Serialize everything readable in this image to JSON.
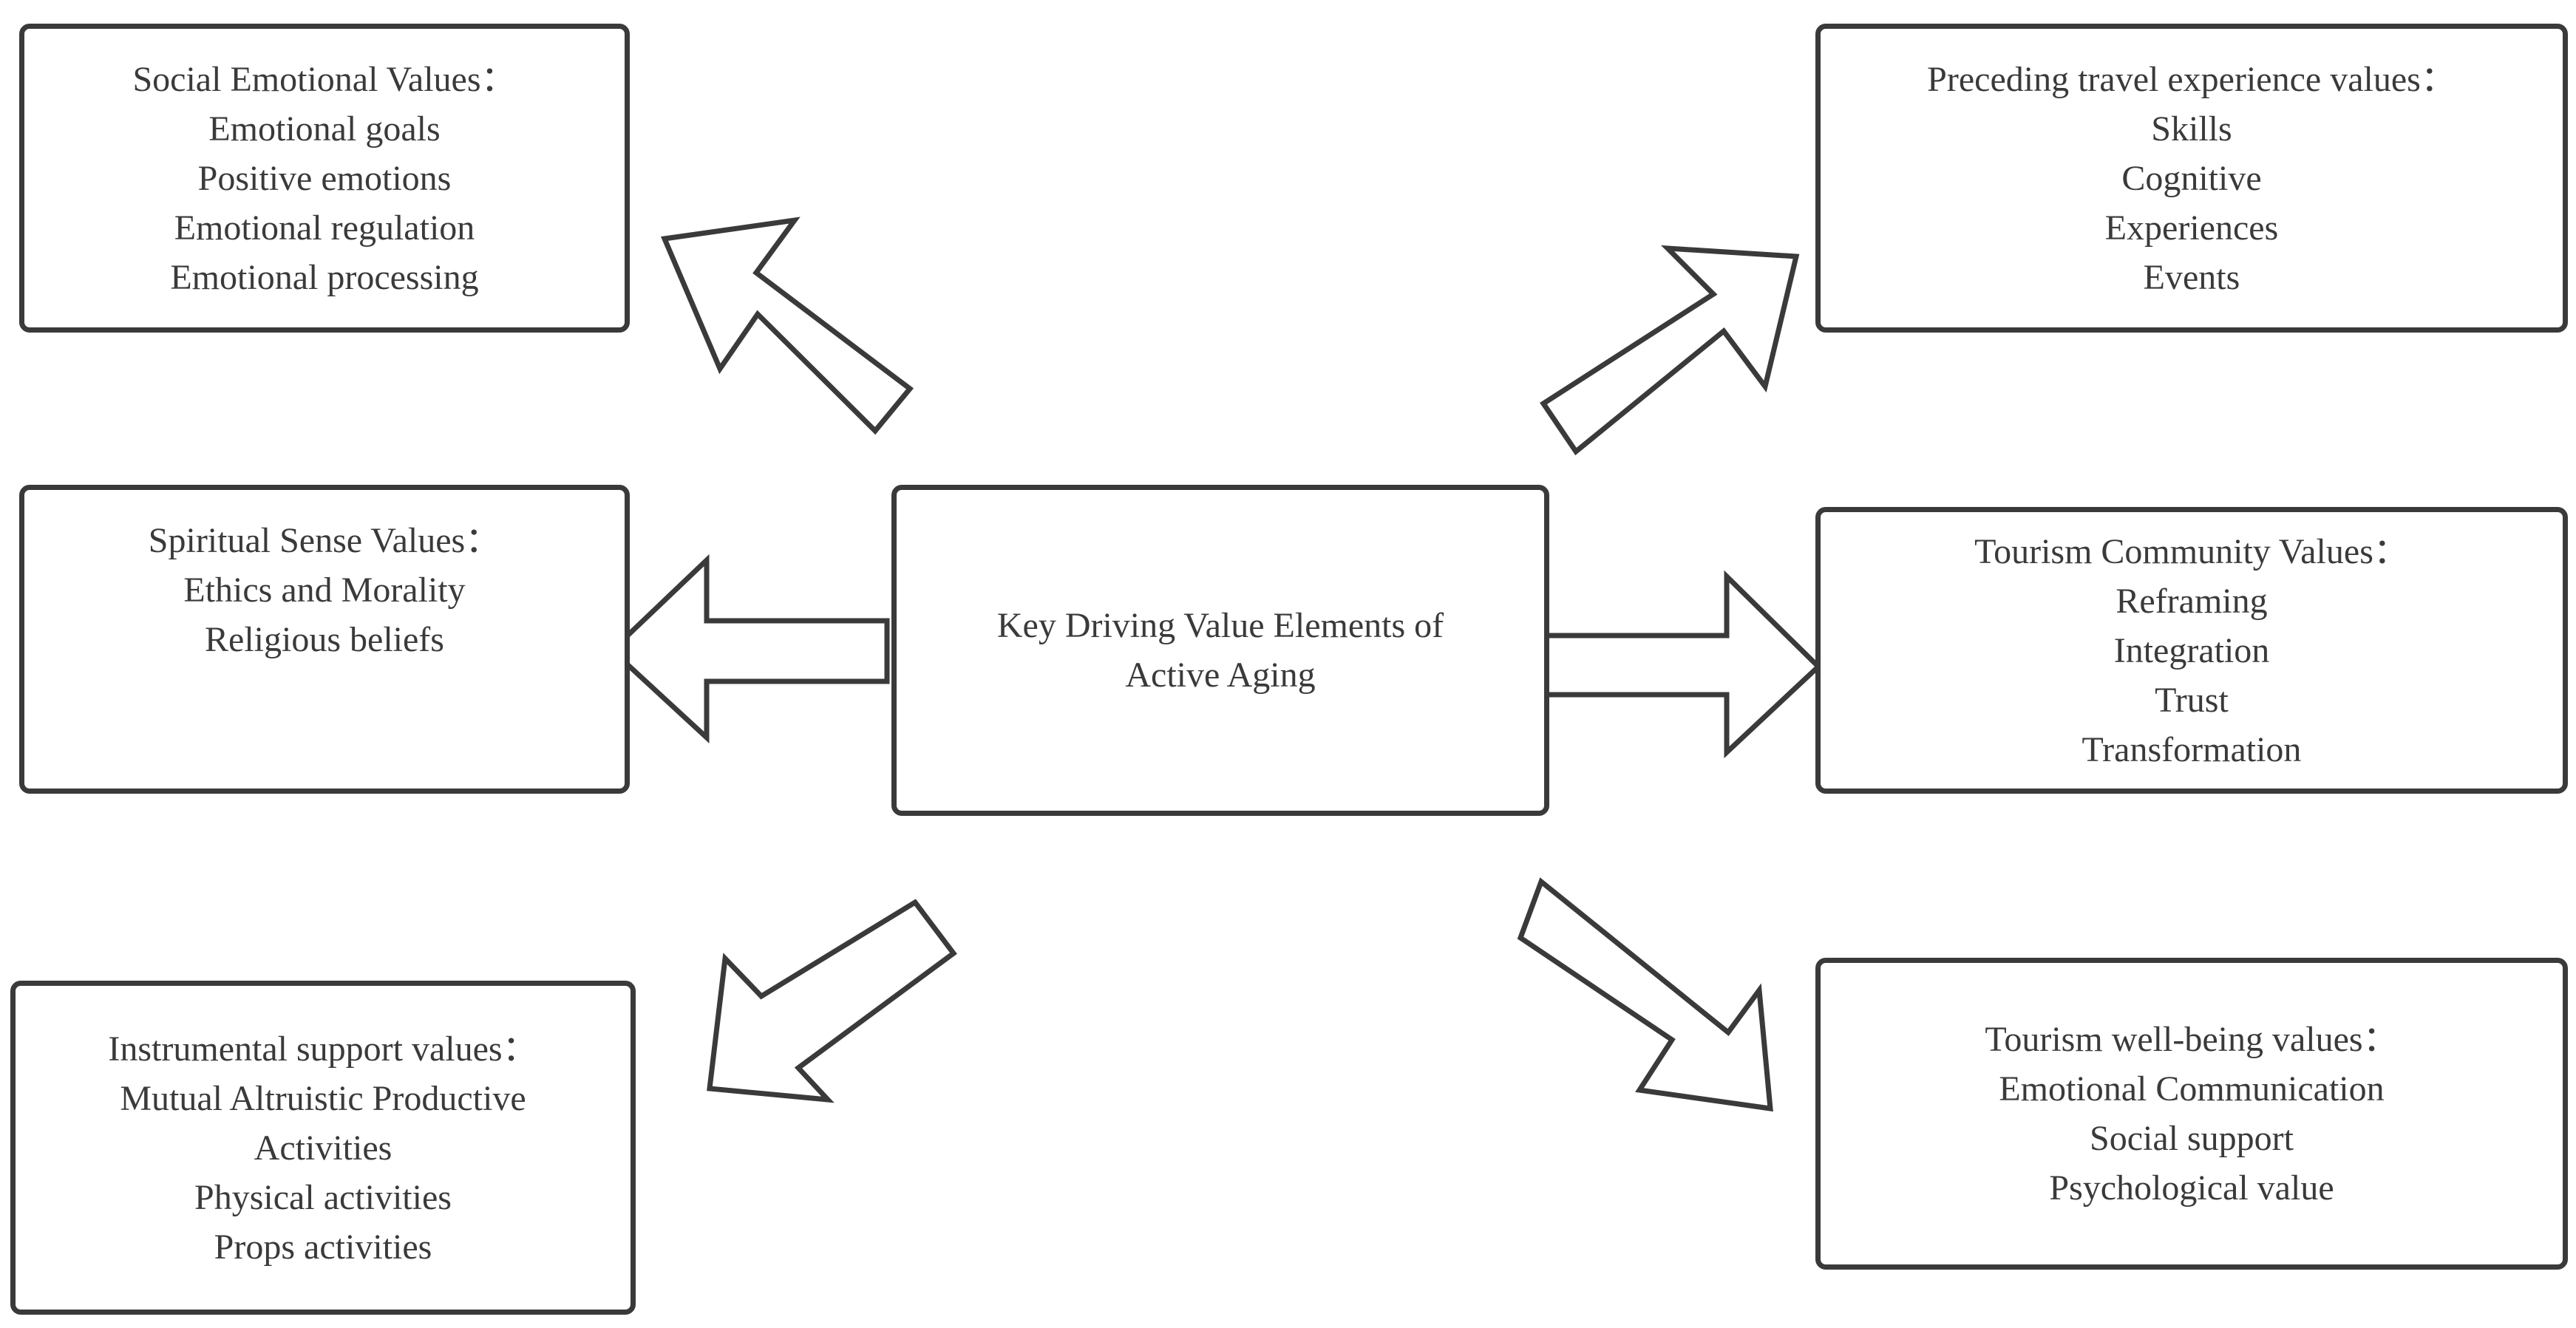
{
  "center": {
    "lines": [
      "Key Driving Value Elements of",
      "Active Aging"
    ]
  },
  "social_emotional": {
    "title": "Social Emotional Values：",
    "items": [
      "Emotional goals",
      "Positive emotions",
      "Emotional regulation",
      "Emotional processing"
    ]
  },
  "preceding_travel": {
    "title": "Preceding travel experience values：",
    "items": [
      "Skills",
      "Cognitive",
      "Experiences",
      "Events"
    ]
  },
  "spiritual_sense": {
    "title": "Spiritual Sense Values：",
    "items": [
      "Ethics and Morality",
      "Religious beliefs"
    ]
  },
  "tourism_community": {
    "title": "Tourism Community Values：",
    "items": [
      "Reframing",
      "Integration",
      "Trust",
      "Transformation"
    ]
  },
  "instrumental_support": {
    "title": "Instrumental support values：",
    "items": [
      "Mutual Altruistic Productive",
      "Activities",
      "Physical activities",
      "Props activities"
    ]
  },
  "tourism_wellbeing": {
    "title": "Tourism well-being values：",
    "items": [
      "Emotional Communication",
      "Social support",
      "Psychological value"
    ]
  }
}
